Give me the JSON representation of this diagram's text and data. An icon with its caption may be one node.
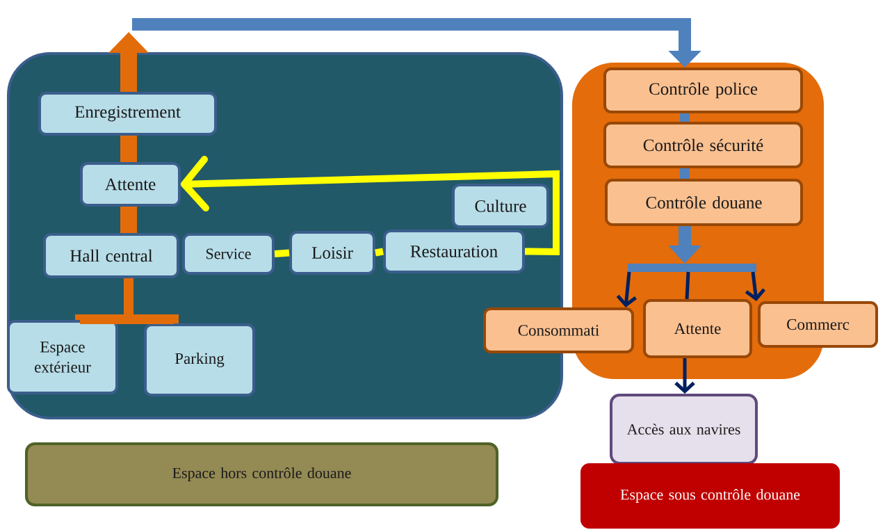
{
  "diagram": {
    "nodes": [
      {
        "text": [],
        "shape": "box"
      },
      {
        "text": [
          "Enregistrement"
        ],
        "in": 0
      },
      {
        "text": [
          "Attente"
        ],
        "in": 0
      },
      {
        "text": [
          "Hall central"
        ],
        "in": 0
      },
      {
        "text": [
          "Service"
        ],
        "in": 0
      },
      {
        "text": [
          "Loisir"
        ],
        "in": 0
      },
      {
        "text": [
          "Restauration"
        ],
        "in": 0
      },
      {
        "text": [
          "Culture"
        ],
        "in": 0
      },
      {
        "text": [
          "Espace extérieur"
        ],
        "in": 0
      },
      {
        "text": [
          "Parking"
        ],
        "in": 0
      },
      {
        "text": [],
        "shape": "box"
      },
      {
        "text": [
          "Contrôle police"
        ],
        "in": 10
      },
      {
        "text": [
          "Contrôle sécurité"
        ],
        "in": 10
      },
      {
        "text": [
          "Contrôle douane"
        ],
        "in": 10
      },
      {
        "text": [
          "Consommati"
        ]
      },
      {
        "text": [
          "Attente"
        ],
        "in": 10
      },
      {
        "text": [
          "Commerc"
        ]
      },
      {
        "text": [
          "Accès aux navires"
        ]
      },
      {
        "text": [
          "Espace hors contrôle douane"
        ]
      },
      {
        "text": [
          "Espace sous contrôle douane"
        ]
      },
      {
        "text": [],
        "shape": "bar",
        "in": 10
      }
    ],
    "edges": [
      {
        "from": 8,
        "to": 3,
        "arrow": "none",
        "color": "#e36c0a"
      },
      {
        "from": 9,
        "to": 3,
        "arrow": "none",
        "color": "#e36c0a"
      },
      {
        "from": 3,
        "to": 2,
        "arrow": "none",
        "color": "#e36c0a"
      },
      {
        "from": 2,
        "to": 1,
        "arrow": "none",
        "color": "#e36c0a"
      },
      {
        "from": 1,
        "to": null,
        "arrow": "to",
        "color": "#e36c0a"
      },
      {
        "from": null,
        "to": 11,
        "arrow": "to",
        "color": "#4f81bd"
      },
      {
        "from": 11,
        "to": 12,
        "arrow": "none",
        "color": "#4f81bd"
      },
      {
        "from": 12,
        "to": 13,
        "arrow": "none",
        "color": "#4f81bd"
      },
      {
        "from": 20,
        "to": 14,
        "arrow": "to",
        "color": "#002060"
      },
      {
        "from": 20,
        "to": 15,
        "arrow": "none",
        "color": "#002060"
      },
      {
        "from": 20,
        "to": 16,
        "arrow": "to",
        "color": "#002060"
      },
      {
        "from": 15,
        "to": 17,
        "arrow": "to",
        "color": "#002060"
      },
      {
        "from": 4,
        "to": 5,
        "arrow": "none",
        "color": "#ffff00"
      },
      {
        "from": 5,
        "to": 6,
        "arrow": "none",
        "color": "#ffff00"
      },
      {
        "from": 6,
        "to": 2,
        "arrow": "to",
        "color": "#ffff00"
      },
      {
        "from": 13,
        "to": 20,
        "arrow": "to",
        "color": "#4f81bd"
      }
    ]
  }
}
